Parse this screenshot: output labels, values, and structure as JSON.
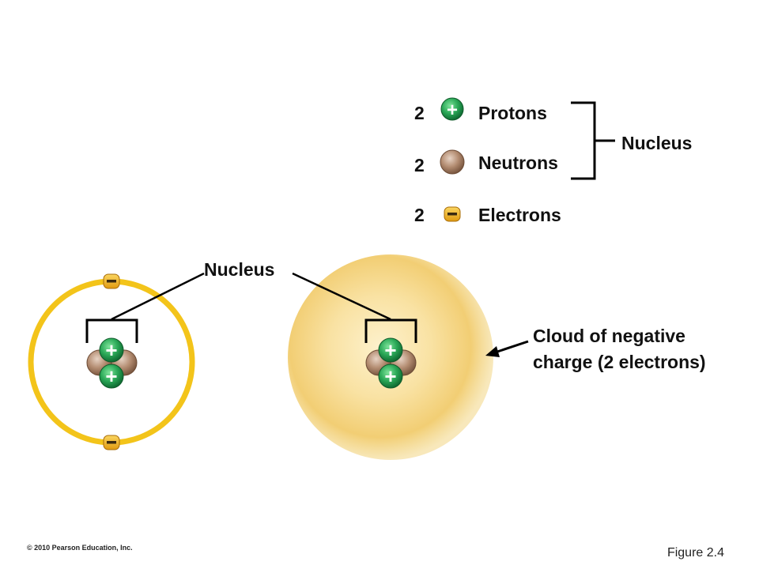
{
  "legend": {
    "protons": {
      "count": "2",
      "label": "Protons",
      "symbol": "+"
    },
    "neutrons": {
      "count": "2",
      "label": "Neutrons"
    },
    "electrons": {
      "count": "2",
      "label": "Electrons",
      "symbol": "–"
    },
    "bracket_label": "Nucleus"
  },
  "atom": {
    "nucleus_label": "Nucleus",
    "cloud_label_line1": "Cloud of negative",
    "cloud_label_line2": "charge (2 electrons)"
  },
  "footer": {
    "copyright": "© 2010 Pearson Education, Inc.",
    "figure": "Figure 2.4"
  },
  "colors": {
    "proton": "#1e9a4a",
    "neutron": "#b08a6e",
    "electron_orbit": "#f2c318",
    "electron_badge": "#e8a81a",
    "cloud": "#f5d27a"
  }
}
